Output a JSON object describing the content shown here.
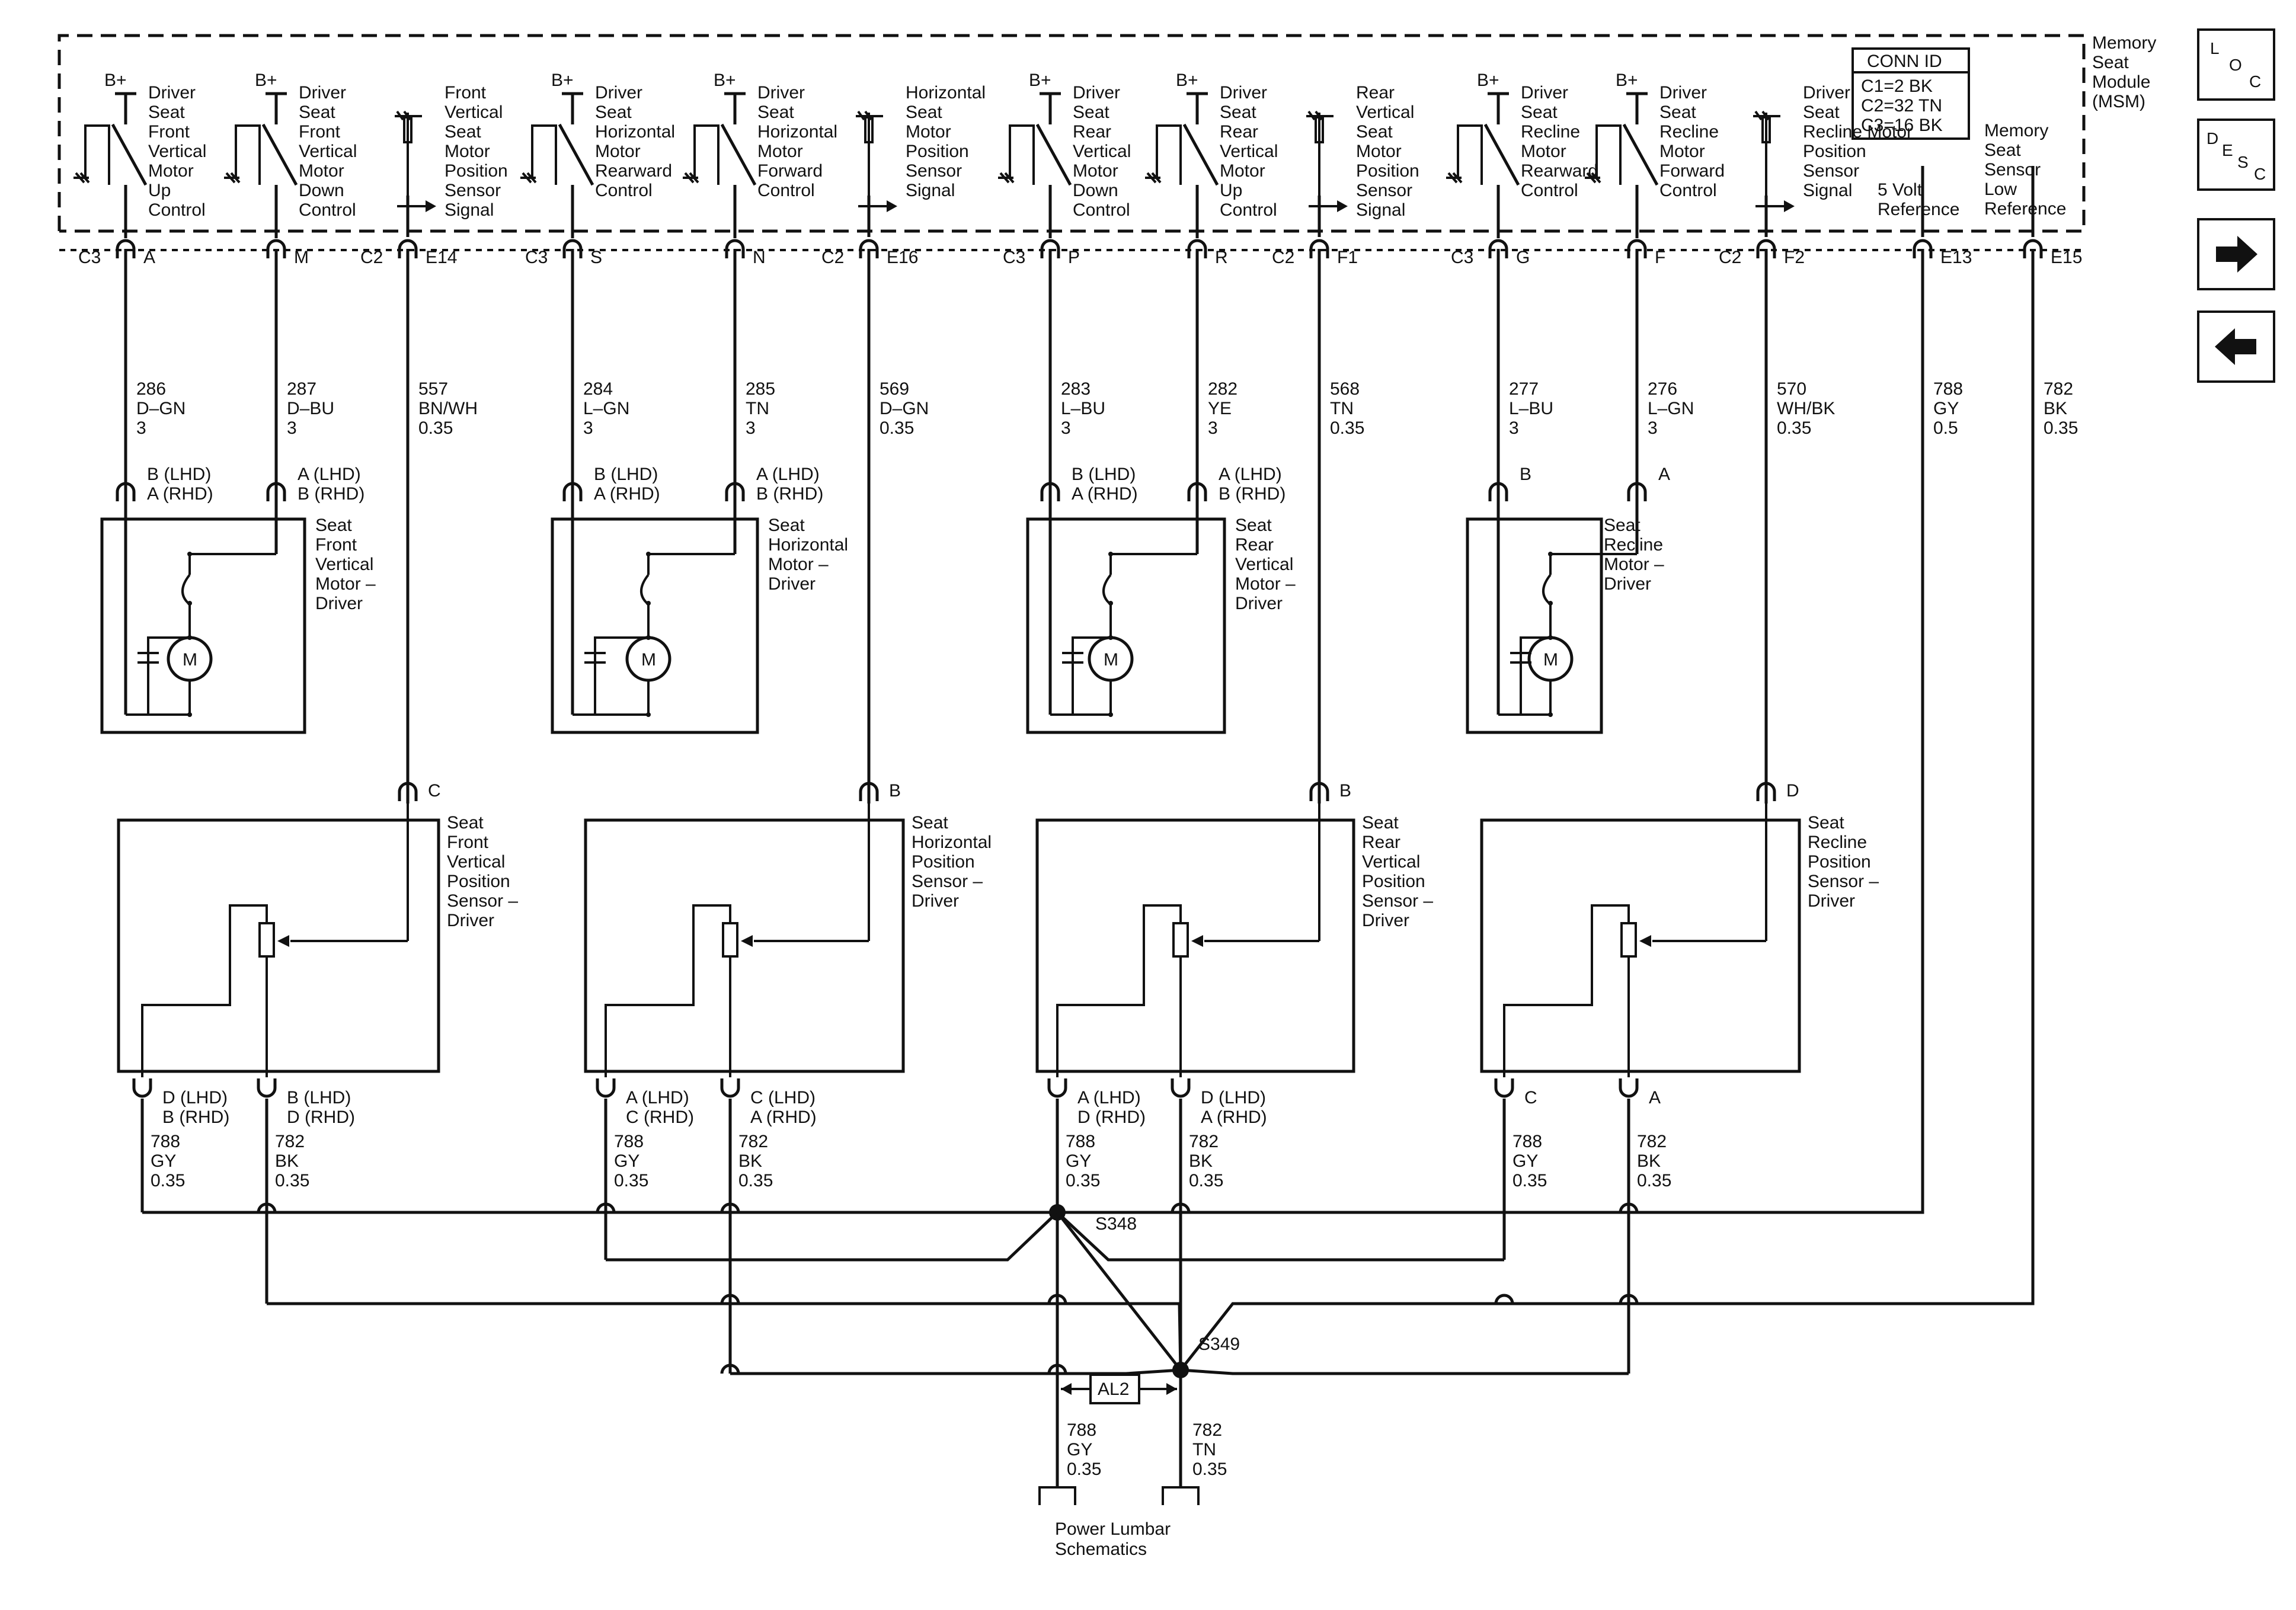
{
  "module": {
    "title_lines": [
      "Memory",
      "Seat",
      "Module",
      "(MSM)"
    ],
    "conn_id": {
      "title": "CONN ID",
      "lines": [
        "C1=2 BK",
        "C2=32 TN",
        "C3=16 BK"
      ]
    }
  },
  "bplus": "B+",
  "module_labels": [
    {
      "lines": [
        "Driver",
        "Seat",
        "Front",
        "Vertical",
        "Motor",
        "Up",
        "Control"
      ]
    },
    {
      "lines": [
        "Driver",
        "Seat",
        "Front",
        "Vertical",
        "Motor",
        "Down",
        "Control"
      ]
    },
    {
      "lines": [
        "Front",
        "Vertical",
        "Seat",
        "Motor",
        "Position",
        "Sensor",
        "Signal"
      ]
    },
    {
      "lines": [
        "Driver",
        "Seat",
        "Horizontal",
        "Motor",
        "Rearward",
        "Control"
      ]
    },
    {
      "lines": [
        "Driver",
        "Seat",
        "Horizontal",
        "Motor",
        "Forward",
        "Control"
      ]
    },
    {
      "lines": [
        "Horizontal",
        "Seat",
        "Motor",
        "Position",
        "Sensor",
        "Signal"
      ]
    },
    {
      "lines": [
        "Driver",
        "Seat",
        "Rear",
        "Vertical",
        "Motor",
        "Down",
        "Control"
      ]
    },
    {
      "lines": [
        "Driver",
        "Seat",
        "Rear",
        "Vertical",
        "Motor",
        "Up",
        "Control"
      ]
    },
    {
      "lines": [
        "Rear",
        "Vertical",
        "Seat",
        "Motor",
        "Position",
        "Sensor",
        "Signal"
      ]
    },
    {
      "lines": [
        "Driver",
        "Seat",
        "Recline",
        "Motor",
        "Rearward",
        "Control"
      ]
    },
    {
      "lines": [
        "Driver",
        "Seat",
        "Recline",
        "Motor",
        "Forward",
        "Control"
      ]
    },
    {
      "lines": [
        "Driver",
        "Seat",
        "Recline Motor",
        "Position",
        "Sensor",
        "Signal"
      ]
    },
    {
      "lines": [
        "5 Volt",
        "Reference"
      ]
    },
    {
      "lines": [
        "Memory",
        "Seat",
        "Sensor",
        "Low",
        "Reference"
      ]
    }
  ],
  "module_pins": [
    {
      "conn": "C3",
      "pin": "A"
    },
    {
      "conn": "",
      "pin": "M"
    },
    {
      "conn": "C2",
      "pin": "E14"
    },
    {
      "conn": "C3",
      "pin": "S"
    },
    {
      "conn": "",
      "pin": "N"
    },
    {
      "conn": "C2",
      "pin": "E16"
    },
    {
      "conn": "C3",
      "pin": "P"
    },
    {
      "conn": "",
      "pin": "R"
    },
    {
      "conn": "C2",
      "pin": "F1"
    },
    {
      "conn": "C3",
      "pin": "G"
    },
    {
      "conn": "",
      "pin": "F"
    },
    {
      "conn": "C2",
      "pin": "F2"
    },
    {
      "conn": "",
      "pin": "E13"
    },
    {
      "conn": "",
      "pin": "E15"
    }
  ],
  "top_wires": [
    {
      "lines": [
        "286",
        "D–GN",
        "3"
      ]
    },
    {
      "lines": [
        "287",
        "D–BU",
        "3"
      ]
    },
    {
      "lines": [
        "557",
        "BN/WH",
        "0.35"
      ]
    },
    {
      "lines": [
        "284",
        "L–GN",
        "3"
      ]
    },
    {
      "lines": [
        "285",
        "TN",
        "3"
      ]
    },
    {
      "lines": [
        "569",
        "D–GN",
        "0.35"
      ]
    },
    {
      "lines": [
        "283",
        "L–BU",
        "3"
      ]
    },
    {
      "lines": [
        "282",
        "YE",
        "3"
      ]
    },
    {
      "lines": [
        "568",
        "TN",
        "0.35"
      ]
    },
    {
      "lines": [
        "277",
        "L–BU",
        "3"
      ]
    },
    {
      "lines": [
        "276",
        "L–GN",
        "3"
      ]
    },
    {
      "lines": [
        "570",
        "WH/BK",
        "0.35"
      ]
    },
    {
      "lines": [
        "788",
        "GY",
        "0.5"
      ]
    },
    {
      "lines": [
        "782",
        "BK",
        "0.35"
      ]
    }
  ],
  "motors": [
    {
      "name_lines": [
        "Seat",
        "Front",
        "Vertical",
        "Motor –",
        "Driver"
      ],
      "pin1": [
        "B (LHD)",
        "A (RHD)"
      ],
      "pin2": [
        "A (LHD)",
        "B (RHD)"
      ]
    },
    {
      "name_lines": [
        "Seat",
        "Horizontal",
        "Motor –",
        "Driver"
      ],
      "pin1": [
        "B (LHD)",
        "A (RHD)"
      ],
      "pin2": [
        "A (LHD)",
        "B (RHD)"
      ]
    },
    {
      "name_lines": [
        "Seat",
        "Rear",
        "Vertical",
        "Motor –",
        "Driver"
      ],
      "pin1": [
        "B (LHD)",
        "A (RHD)"
      ],
      "pin2": [
        "A (LHD)",
        "B (RHD)"
      ]
    },
    {
      "name_lines": [
        "Seat",
        "Recline",
        "Motor –",
        "Driver"
      ],
      "pin1": [
        "B"
      ],
      "pin2": [
        "A"
      ]
    }
  ],
  "motor_symbol": "M",
  "sensors": [
    {
      "name_lines": [
        "Seat",
        "Front",
        "Vertical",
        "Position",
        "Sensor –",
        "Driver"
      ],
      "signal_pin": "C",
      "pin1": [
        "D (LHD)",
        "B (RHD)"
      ],
      "pin2": [
        "B (LHD)",
        "D (RHD)"
      ],
      "wire1": [
        "788",
        "GY",
        "0.35"
      ],
      "wire2": [
        "782",
        "BK",
        "0.35"
      ]
    },
    {
      "name_lines": [
        "Seat",
        "Horizontal",
        "Position",
        "Sensor –",
        "Driver"
      ],
      "signal_pin": "B",
      "pin1": [
        "A (LHD)",
        "C (RHD)"
      ],
      "pin2": [
        "C (LHD)",
        "A (RHD)"
      ],
      "wire1": [
        "788",
        "GY",
        "0.35"
      ],
      "wire2": [
        "782",
        "BK",
        "0.35"
      ]
    },
    {
      "name_lines": [
        "Seat",
        "Rear",
        "Vertical",
        "Position",
        "Sensor –",
        "Driver"
      ],
      "signal_pin": "B",
      "pin1": [
        "A (LHD)",
        "D (RHD)"
      ],
      "pin2": [
        "D (LHD)",
        "A (RHD)"
      ],
      "wire1": [
        "788",
        "GY",
        "0.35"
      ],
      "wire2": [
        "782",
        "BK",
        "0.35"
      ]
    },
    {
      "name_lines": [
        "Seat",
        "Recline",
        "Position",
        "Sensor –",
        "Driver"
      ],
      "signal_pin": "D",
      "pin1": [
        "C"
      ],
      "pin2": [
        "A"
      ],
      "wire1": [
        "788",
        "GY",
        "0.35"
      ],
      "wire2": [
        "782",
        "BK",
        "0.35"
      ]
    }
  ],
  "splices": {
    "s348": "S348",
    "s349": "S349",
    "al2": "AL2"
  },
  "bottom_wires": [
    {
      "lines": [
        "788",
        "GY",
        "0.35"
      ]
    },
    {
      "lines": [
        "782",
        "TN",
        "0.35"
      ]
    }
  ],
  "power_lumbar": [
    "Power Lumbar",
    "Schematics"
  ],
  "nav": {
    "loc": [
      "L",
      "O",
      "C"
    ],
    "desc": [
      "D",
      "E",
      "S",
      "C"
    ],
    "next_icon": "arrow-right-icon",
    "prev_icon": "arrow-left-icon"
  }
}
